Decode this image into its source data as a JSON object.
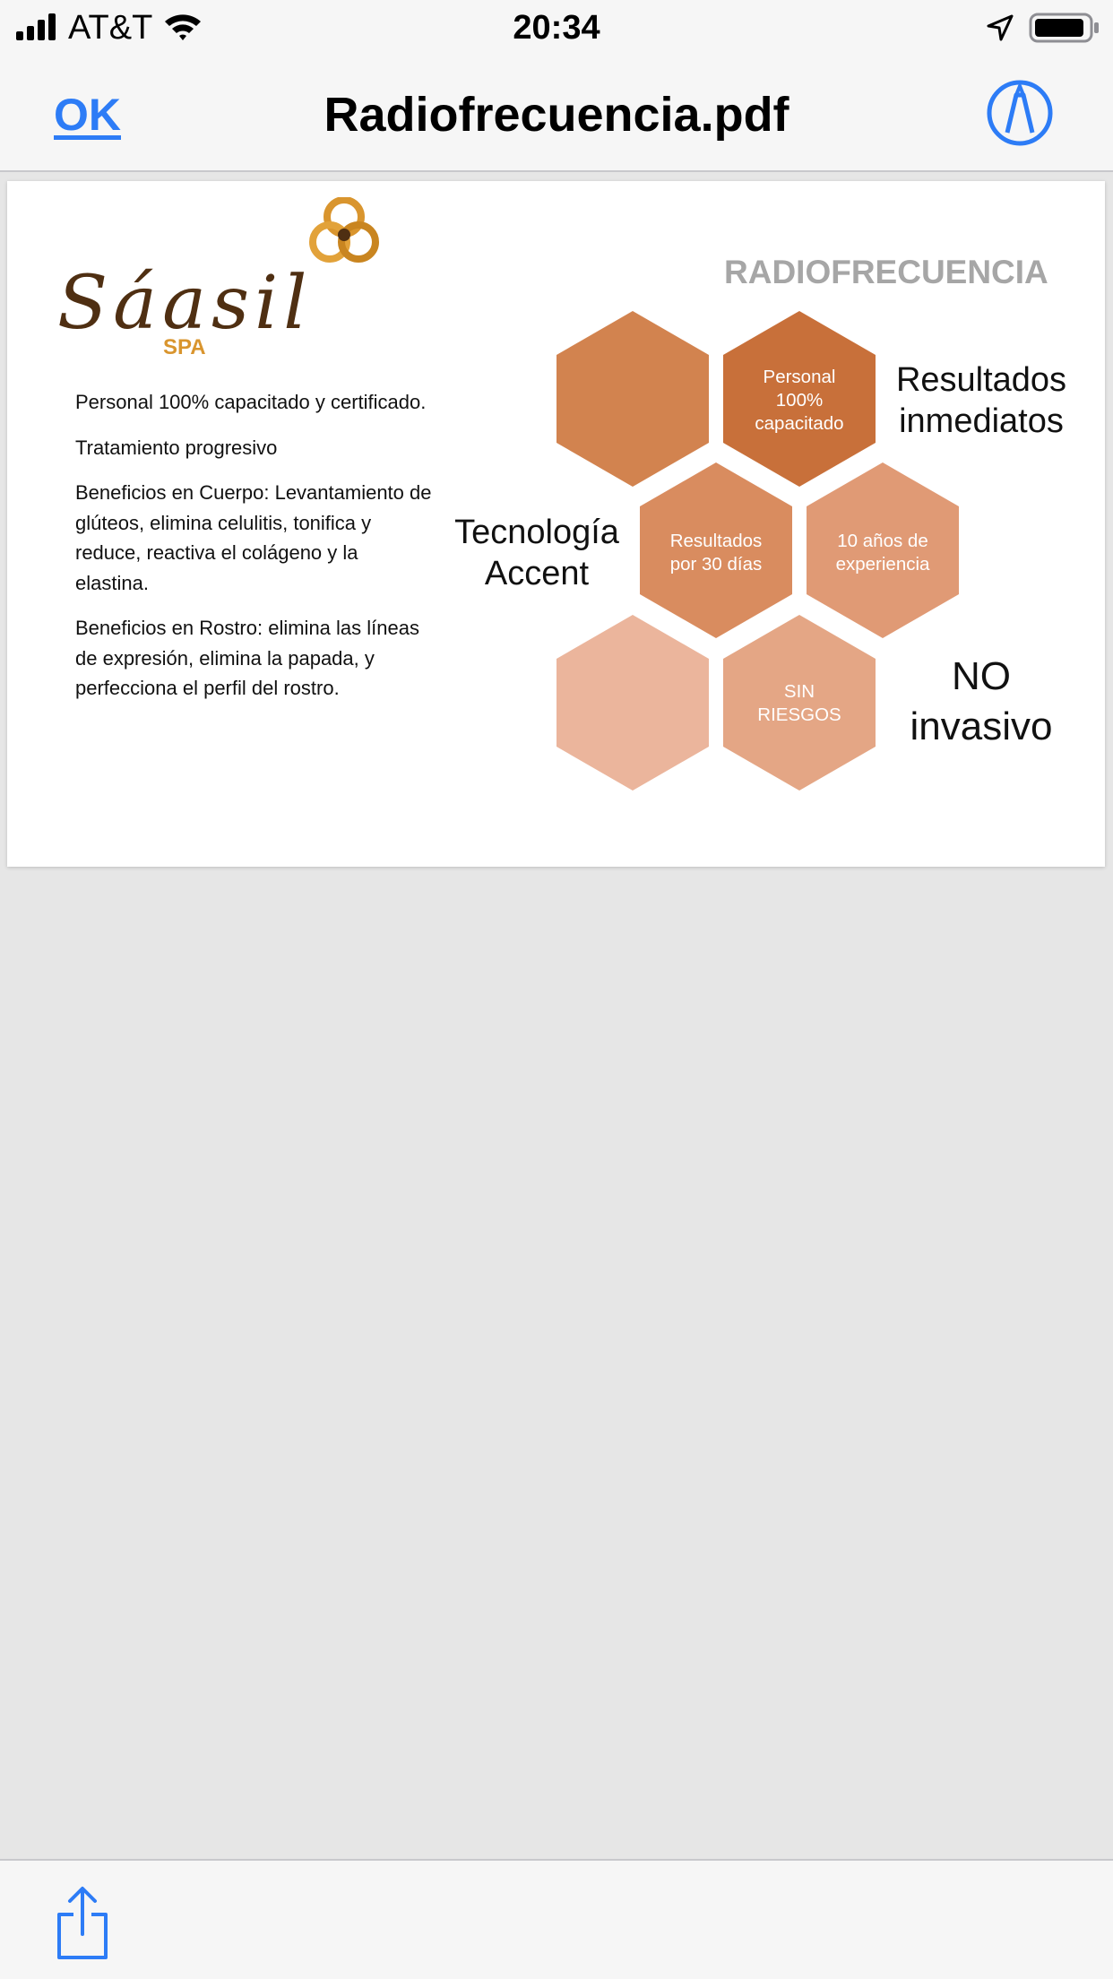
{
  "status_bar": {
    "carrier": "AT&T",
    "time": "20:34",
    "icons": [
      "signal-bars-icon",
      "wifi-icon",
      "location-arrow-icon",
      "battery-icon"
    ]
  },
  "nav": {
    "done_label": "OK",
    "title": "Radiofrecuencia.pdf",
    "markup_icon": "markup-pen-icon"
  },
  "document": {
    "logo": {
      "wordmark": "Sáasil",
      "sub": "SPA"
    },
    "slide_title": "RADIOFRECUENCIA",
    "paragraphs": [
      "Personal 100% capacitado y certificado.",
      "Tratamiento progresivo",
      "Beneficios en Cuerpo: Levantamiento de glúteos, elimina celulitis, tonifica y reduce, reactiva el colágeno y la elastina.",
      "Beneficios en Rostro: elimina las líneas de expresión, elimina la papada, y perfecciona el perfil del rostro."
    ],
    "hex_labels": {
      "personal": "Personal 100% capacitado",
      "resultados": "Resultados por 30 días",
      "experiencia": "10 años de experiencia",
      "riesgos": "SIN RIESGOS"
    },
    "side_labels": {
      "resultados_inmediatos": "Resultados inmediatos",
      "tecnologia": "Tecnología Accent",
      "no_invasivo": "NO invasivo"
    }
  },
  "toolbar": {
    "share_icon": "share-icon"
  },
  "colors": {
    "accent_blue": "#2d7cf6",
    "hex_dark": "#c8703a",
    "hex_medium": "#d2834f",
    "hex_light": "#e09a75",
    "hex_lighter": "#e4a685",
    "hex_lightest": "#ebb59c",
    "logo_brown": "#4f2f12",
    "logo_gold": "#d9952e",
    "title_gray": "#a6a6a6"
  }
}
